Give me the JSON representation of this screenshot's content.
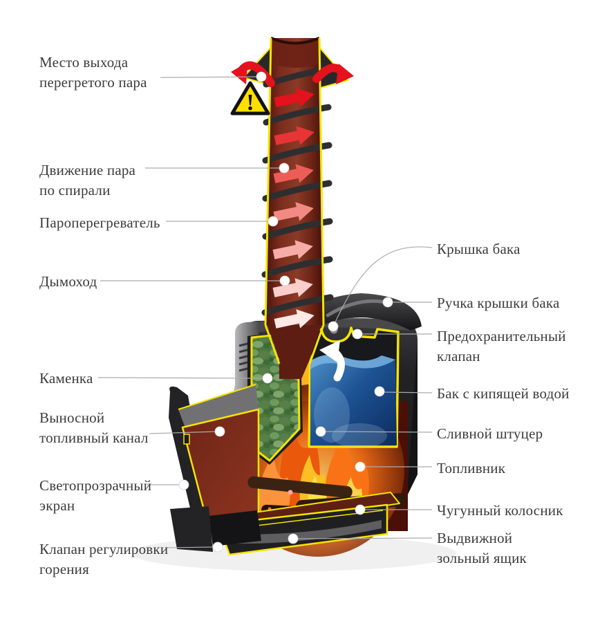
{
  "diagram": {
    "left_labels": [
      {
        "id": "steam-exit-point",
        "text": "Место выхода\nперегретого пара"
      },
      {
        "id": "steam-spiral-motion",
        "text": "Движение пара\nпо спирали"
      },
      {
        "id": "steam-superheater",
        "text": "Пароперегреватель"
      },
      {
        "id": "chimney",
        "text": "Дымоход"
      },
      {
        "id": "stone-compartment",
        "text": "Каменка"
      },
      {
        "id": "extended-fuel-channel",
        "text": "Выносной\nтопливный канал"
      },
      {
        "id": "translucent-screen",
        "text": "Светопрозрачный\nэкран"
      },
      {
        "id": "combustion-control-valve",
        "text": "Клапан регулировки\nгорения"
      }
    ],
    "right_labels": [
      {
        "id": "tank-lid",
        "text": "Крышка бака"
      },
      {
        "id": "tank-lid-handle",
        "text": "Ручка крышки бака"
      },
      {
        "id": "safety-valve",
        "text": "Предохранительный\nклапан"
      },
      {
        "id": "boiling-water-tank",
        "text": "Бак с кипящей водой"
      },
      {
        "id": "drain-fitting",
        "text": "Сливной штуцер"
      },
      {
        "id": "firebox",
        "text": "Топливник"
      },
      {
        "id": "cast-iron-grate",
        "text": "Чугунный колосник"
      },
      {
        "id": "ash-drawer",
        "text": "Выдвижной\nзольный ящик"
      }
    ],
    "warning_symbol": "!",
    "colors": {
      "outline_yellow": "#F6E400",
      "warning_yellow": "#FFDF00",
      "arrow_red": "#E3121C",
      "water_blue": "#2F77B8",
      "stone_green": "#5F8C51",
      "flame_orange": "#F97316",
      "chimney_maroon": "#73261A",
      "body_dark": "#2B2B2D",
      "label_text": "#3C3C3E",
      "leader_line": "#ABABAB"
    }
  }
}
